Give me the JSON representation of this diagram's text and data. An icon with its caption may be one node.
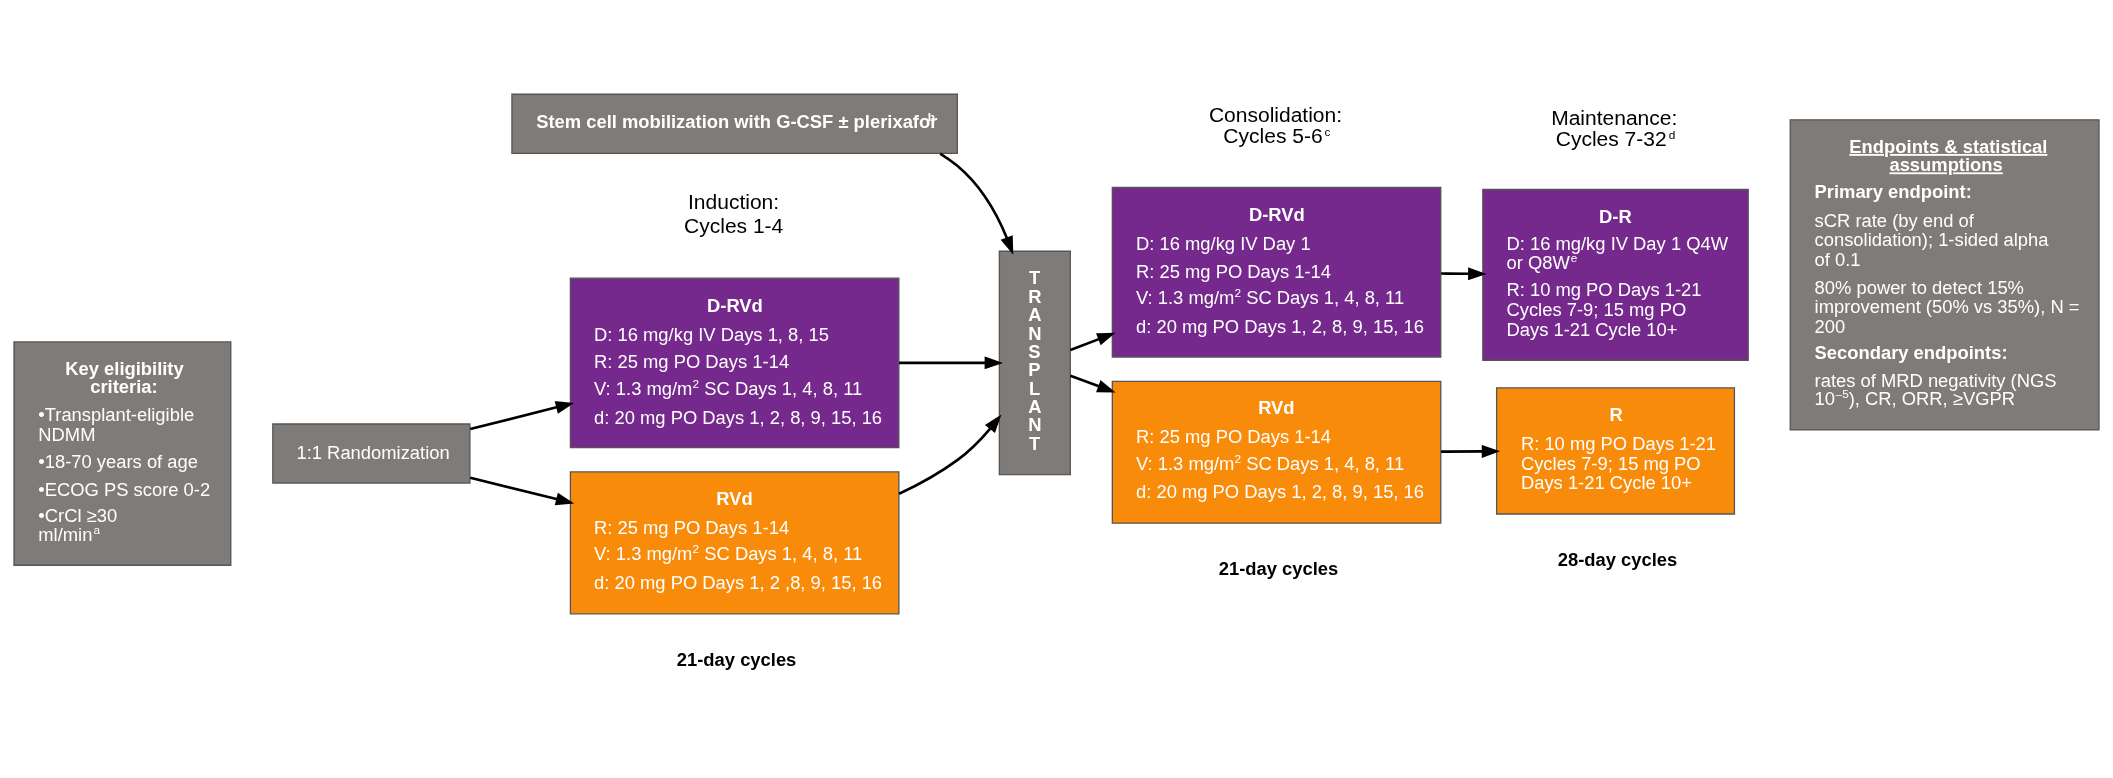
{
  "diagram": {
    "nodes": [
      {
        "text": [
          "Key eligibility criteria:",
          "•Transplant-eligible NDMM",
          "•18-70 years of age",
          "•ECOG PS score 0-2",
          "•CrCl ≥30 ml/min$^{a}$"
        ]
      },
      {
        "text": [
          "1:1 Randomization"
        ]
      },
      {
        "text": [
          "D-RVd",
          "D: 16 mg/kg IV Days 1, 8, 15",
          "R: 25 mg PO Days 1-14",
          "V: 1.3 mg/m$^{2}$ SC Days 1, 4, 8, 11",
          "d: 20 mg PO Days 1, 2, 8, 9, 15, 16"
        ]
      },
      {
        "text": [
          "RVd",
          "R: 25 mg PO Days 1-14",
          "V: 1.3 mg/m$^{2}$ SC Days 1, 4, 8, 11",
          "d: 20 mg PO Days 1, 2 ,8, 9, 15, 16"
        ]
      },
      {
        "text": [
          "TRANSPLANT"
        ]
      },
      {
        "text": [
          "D-RVd",
          "D: 16 mg/kg IV Day 1",
          "R: 25 mg PO Days 1-14",
          "V: 1.3 mg/m$^{2}$ SC Days 1, 4, 8, 11",
          "d: 20 mg PO Days 1, 2, 8, 9, 15, 16"
        ]
      },
      {
        "text": [
          "RVd",
          "R: 25 mg PO Days 1-14",
          "V: 1.3 mg/m$^{2}$ SC Days 1, 4, 8, 11",
          "d: 20 mg PO Days 1, 2, 8, 9, 15, 16"
        ]
      },
      {
        "text": [
          "D-R",
          "D: 16 mg/kg IV Day 1 Q4W or Q8W$^{e}$",
          "R: 10 mg PO Days 1-21 Cycles 7-9; 15 mg PO Days 1-21 Cycle 10+"
        ]
      },
      {
        "text": [
          "R",
          "R: 10 mg PO Days 1-21 Cycles 7-9; 15 mg PO Days 1-21 Cycle 10+"
        ]
      },
      {
        "text": [
          "Endpoints & statistical assumptions",
          "Primary endpoint:",
          "sCR rate (by end of consolidation); 1-sided alpha of 0.1",
          "80% power to detect 15% improvement (50% vs 35%), N = 200",
          "Secondary endpoints:",
          "rates of MRD negativity (NGS 10$^{–5}$), CR, ORR, ≥VGPR"
        ]
      },
      {
        "text": [
          "Stem cell mobilization with G-CSF ± plerixafor$^{b}$"
        ]
      }
    ],
    "edges": [
      {
        "from": 1,
        "to": 2,
        "arrow": "to"
      },
      {
        "from": 1,
        "to": 3,
        "arrow": "to"
      },
      {
        "from": 2,
        "to": 4,
        "arrow": "to"
      },
      {
        "from": 3,
        "to": 4,
        "arrow": "to"
      },
      {
        "from": 4,
        "to": 5,
        "arrow": "to"
      },
      {
        "from": 4,
        "to": 6,
        "arrow": "to"
      },
      {
        "from": 5,
        "to": 7,
        "arrow": "to"
      },
      {
        "from": 6,
        "to": 8,
        "arrow": "to"
      },
      {
        "from": 10,
        "to": 4,
        "arrow": "to"
      }
    ],
    "labels": [
      "Induction: Cycles 1-4",
      "Consolidation: Cycles 5-6$^{c}$",
      "Maintenance: Cycles 7-32$^{d}$",
      "21-day cycles",
      "21-day cycles",
      "28-day cycles"
    ]
  }
}
